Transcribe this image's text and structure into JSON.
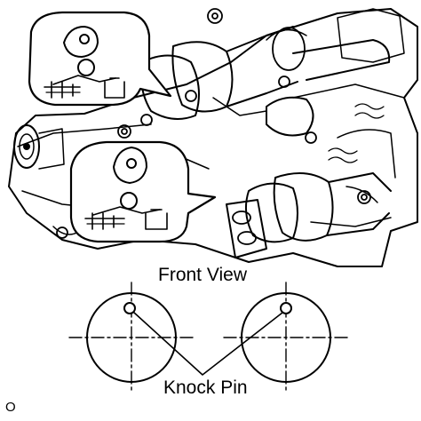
{
  "labels": {
    "front_view": "Front View",
    "knock_pin": "Knock Pin",
    "figure_code": "O"
  },
  "colors": {
    "line": "#000000",
    "background": "#ffffff"
  },
  "icons": {
    "callout_top": "cam-timing-mark-callout",
    "callout_bottom": "cam-timing-mark-callout",
    "pin_circle": "knock-pin-circle"
  }
}
